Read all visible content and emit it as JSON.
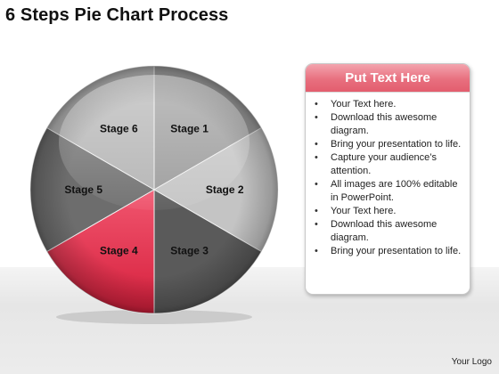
{
  "title": "6 Steps Pie Chart Process",
  "pie": {
    "stages": [
      {
        "label": "Stage 1",
        "color": "#9a9a9a"
      },
      {
        "label": "Stage 2",
        "color": "#c4c4c4"
      },
      {
        "label": "Stage 3",
        "color": "#5a5a5a"
      },
      {
        "label": "Stage 4",
        "color": "#e2334f"
      },
      {
        "label": "Stage 5",
        "color": "#6d6d6d"
      },
      {
        "label": "Stage 6",
        "color": "#b2b2b2"
      }
    ]
  },
  "panel": {
    "heading": "Put Text Here",
    "heading_color": "#e8707f",
    "items": [
      "Your Text here.",
      "Download this awesome diagram.",
      "Bring your presentation to life.",
      "Capture your audience’s attention.",
      "All images are 100% editable in PowerPoint.",
      "Your Text here.",
      "Download this awesome diagram.",
      "Bring your presentation to life."
    ]
  },
  "footer": "Your Logo"
}
